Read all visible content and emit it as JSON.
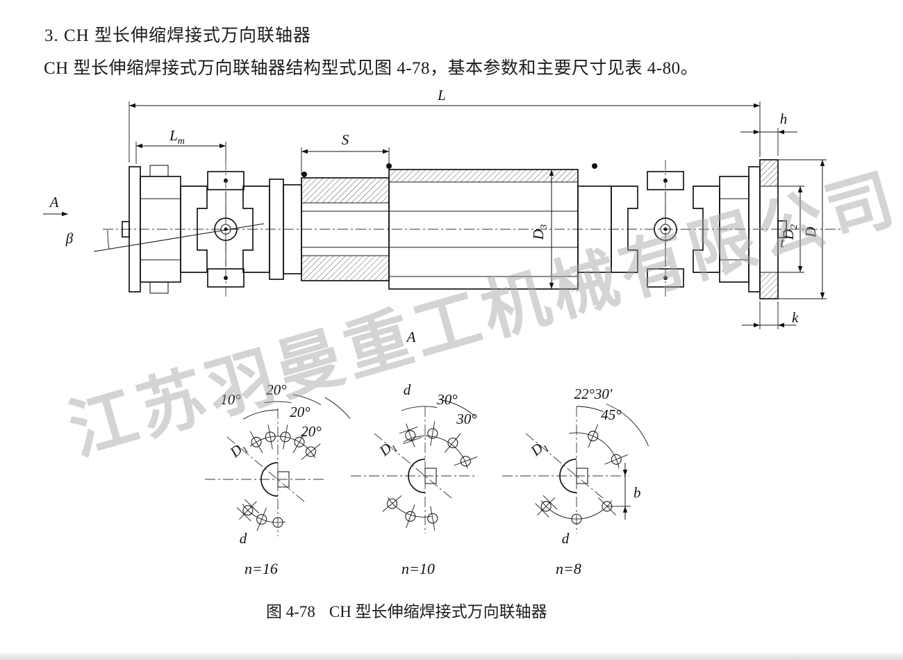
{
  "page": {
    "heading": "3. CH 型长伸缩焊接式万向联轴器",
    "body": "CH 型长伸缩焊接式万向联轴器结构型式见图 4-78，基本参数和主要尺寸见表 4-80。",
    "caption_label": "图 4-78",
    "caption_title": "CH 型长伸缩焊接式万向联轴器",
    "watermark": "江苏羽曼重工机械有限公司"
  },
  "dims": {
    "L": "L",
    "Lm_base": "L",
    "Lm_sub": "m",
    "S": "S",
    "h": "h",
    "beta": "β",
    "view_arrow": "A",
    "section_label": "A",
    "D3_base": "D",
    "D3_sub": "3",
    "D2_base": "D",
    "D2_sub": "2",
    "D": "D",
    "t": "t",
    "k": "k"
  },
  "views": [
    {
      "a1": "10°",
      "a2": "20°",
      "a3": "20°",
      "a4": "20°",
      "D1_base": "D",
      "D1_sub": "1",
      "d": "d",
      "n": "n=16"
    },
    {
      "d_top": "d",
      "a1": "30°",
      "a2": "30°",
      "D1_base": "D",
      "D1_sub": "1",
      "n": "n=10"
    },
    {
      "a1": "22°30′",
      "a2": "45°",
      "D1_base": "D",
      "D1_sub": "1",
      "b": "b",
      "d": "d",
      "n": "n=8"
    }
  ]
}
